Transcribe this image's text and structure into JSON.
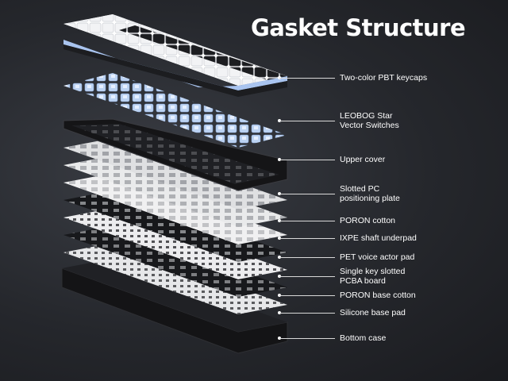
{
  "title": "Gasket Structure",
  "illustration": {
    "icon": "keyboard-exploded-view",
    "colors": {
      "keycap_white": "#f2f3f5",
      "keycap_blue": "#a9c4ef",
      "keycap_black": "#1c1d20",
      "switch_blue": "#bcd3f3",
      "plate_white": "#e4e5e7",
      "case_black": "#141416"
    }
  },
  "layers": [
    {
      "id": "keycaps",
      "label": "Two-color PBT keycaps"
    },
    {
      "id": "switches",
      "label": "LEOBOG Star\nVector Switches"
    },
    {
      "id": "upper-cover",
      "label": "Upper cover"
    },
    {
      "id": "pc-plate",
      "label": "Slotted PC\npositioning plate"
    },
    {
      "id": "poron-cotton",
      "label": "PORON cotton"
    },
    {
      "id": "ixpe-pad",
      "label": "IXPE shaft underpad"
    },
    {
      "id": "pet-pad",
      "label": "PET voice actor pad"
    },
    {
      "id": "pcba",
      "label": "Single key slotted\nPCBA board"
    },
    {
      "id": "poron-base",
      "label": "PORON base cotton"
    },
    {
      "id": "silicone-pad",
      "label": "Silicone base pad"
    },
    {
      "id": "bottom-case",
      "label": "Bottom case"
    }
  ]
}
